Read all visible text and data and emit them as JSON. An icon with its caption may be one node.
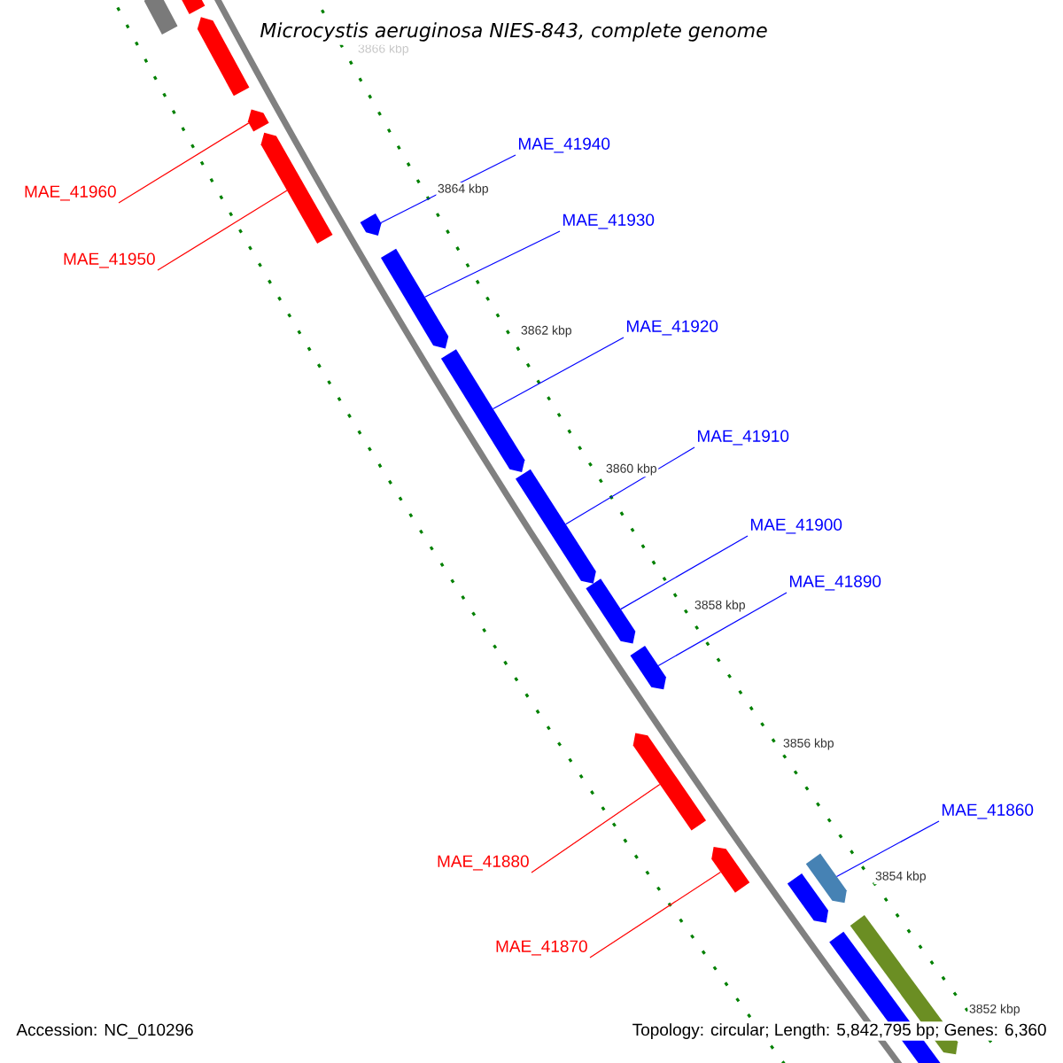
{
  "diagram": {
    "title": "Microcystis aeruginosa NIES-843, complete genome",
    "nodes": [
      {
        "text": [],
        "shape": "bar"
      },
      {
        "text": [],
        "shape": "bar"
      },
      {
        "text": [],
        "shape": "bar"
      },
      {
        "text": [],
        "shape": "bar"
      },
      {
        "text": [],
        "shape": "bar"
      },
      {
        "text": [],
        "shape": "bar"
      },
      {
        "text": [],
        "shape": "bar"
      },
      {
        "text": [],
        "shape": "bar"
      },
      {
        "text": [],
        "shape": "bar"
      },
      {
        "text": [],
        "shape": "bar"
      },
      {
        "text": [],
        "shape": "bar"
      },
      {
        "text": [],
        "shape": "bar"
      },
      {
        "text": [],
        "shape": "bar"
      },
      {
        "text": [],
        "shape": "bar"
      },
      {
        "text": [],
        "shape": "bar"
      },
      {
        "text": [],
        "shape": "bar"
      },
      {
        "text": [],
        "shape": "bar"
      },
      {
        "text": [
          "MAE_41960"
        ]
      },
      {
        "text": [
          "MAE_41950"
        ]
      },
      {
        "text": [
          "MAE_41940"
        ]
      },
      {
        "text": [
          "MAE_41930"
        ]
      },
      {
        "text": [
          "MAE_41920"
        ]
      },
      {
        "text": [
          "MAE_41910"
        ]
      },
      {
        "text": [
          "MAE_41900"
        ]
      },
      {
        "text": [
          "MAE_41890"
        ]
      },
      {
        "text": [
          "MAE_41880"
        ]
      },
      {
        "text": [
          "MAE_41870"
        ]
      },
      {
        "text": [
          "MAE_41860"
        ]
      }
    ],
    "edges": [
      {
        "from": 17,
        "to": 3,
        "arrow": "none",
        "color": "#ff0000"
      },
      {
        "from": 18,
        "to": 4,
        "arrow": "none",
        "color": "#ff0000"
      },
      {
        "from": 19,
        "to": 5,
        "arrow": "none"
      },
      {
        "from": 20,
        "to": 6,
        "arrow": "none"
      },
      {
        "from": 21,
        "to": 7,
        "arrow": "none"
      },
      {
        "from": 22,
        "to": 8,
        "arrow": "none"
      },
      {
        "from": 23,
        "to": 9,
        "arrow": "none"
      },
      {
        "from": 24,
        "to": 10,
        "arrow": "none"
      },
      {
        "from": 25,
        "to": 11,
        "arrow": "none",
        "color": "#ff0000"
      },
      {
        "from": 26,
        "to": 12,
        "arrow": "none",
        "color": "#ff0000"
      },
      {
        "from": 27,
        "to": 13,
        "arrow": "none"
      }
    ],
    "labels": [
      "3866 kbp",
      "3864 kbp",
      "3862 kbp",
      "3860 kbp",
      "3858 kbp",
      "3856 kbp",
      "3854 kbp",
      "3852 kbp",
      "Accession: NC_010296",
      "Topology: circular; Length: 5,842,795 bp; Genes: 6,360"
    ]
  }
}
